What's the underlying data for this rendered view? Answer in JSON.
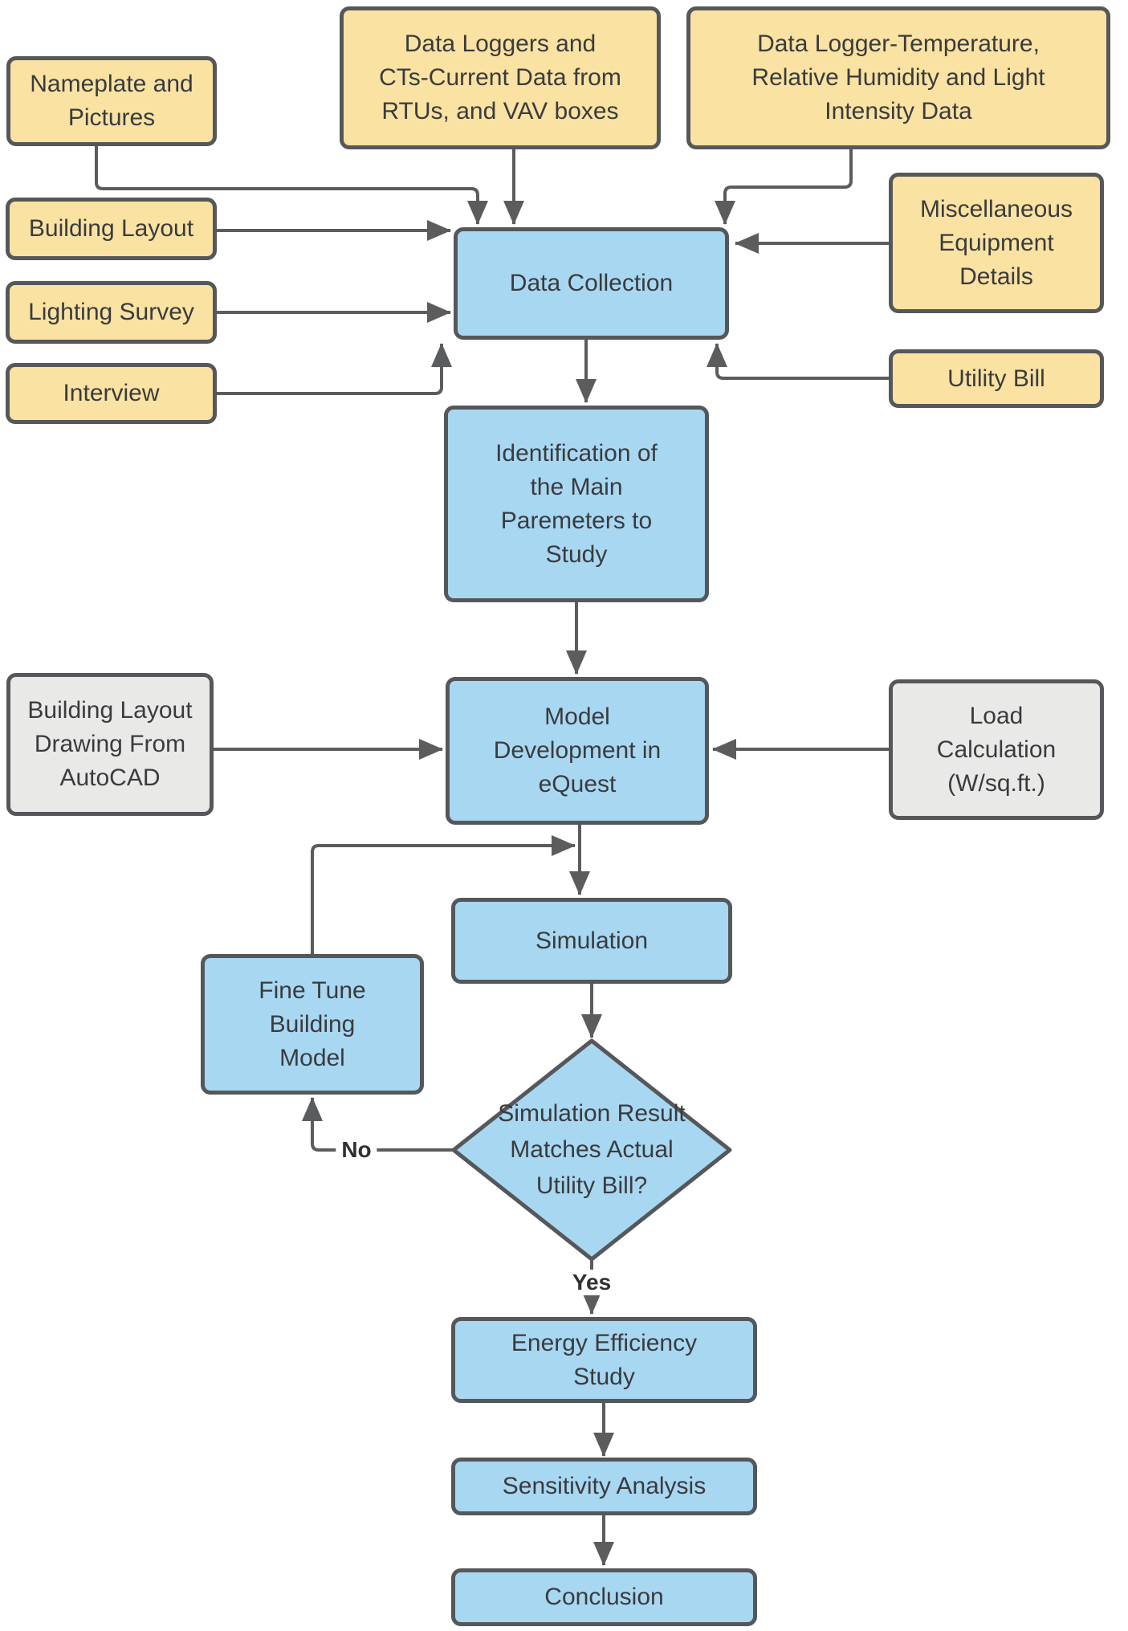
{
  "colors": {
    "input_box_fill": "#F9E2A2",
    "process_box_fill": "#A8D7F2",
    "resource_box_fill": "#E9E9E8",
    "box_border": "#55575A",
    "connector": "#5B5C5E",
    "text": "#3A3B3D"
  },
  "nodes": {
    "nameplate": {
      "type": "input",
      "lines": [
        "Nameplate and",
        "Pictures"
      ]
    },
    "data_loggers": {
      "type": "input",
      "lines": [
        "Data Loggers and",
        "CTs-Current Data from",
        "RTUs, and VAV boxes"
      ]
    },
    "temp_logger": {
      "type": "input",
      "lines": [
        "Data Logger-Temperature,",
        "Relative Humidity and Light",
        "Intensity Data"
      ]
    },
    "building_layout": {
      "type": "input",
      "lines": [
        "Building Layout"
      ]
    },
    "lighting_survey": {
      "type": "input",
      "lines": [
        "Lighting Survey"
      ]
    },
    "interview": {
      "type": "input",
      "lines": [
        "Interview"
      ]
    },
    "misc_equipment": {
      "type": "input",
      "lines": [
        "Miscellaneous",
        "Equipment",
        "Details"
      ]
    },
    "utility_bill": {
      "type": "input",
      "lines": [
        "Utility Bill"
      ]
    },
    "data_collection": {
      "type": "process",
      "lines": [
        "Data Collection"
      ]
    },
    "identification": {
      "type": "process",
      "lines": [
        "Identification of",
        "the Main",
        "Paremeters to",
        "Study"
      ]
    },
    "autocad_drawing": {
      "type": "resource",
      "lines": [
        "Building Layout",
        "Drawing From",
        "AutoCAD"
      ]
    },
    "model_development": {
      "type": "process",
      "lines": [
        "Model",
        "Development in",
        "eQuest"
      ]
    },
    "load_calculation": {
      "type": "resource",
      "lines": [
        "Load",
        "Calculation",
        "(W/sq.ft.)"
      ]
    },
    "simulation": {
      "type": "process",
      "lines": [
        "Simulation"
      ]
    },
    "fine_tune": {
      "type": "process",
      "lines": [
        "Fine Tune",
        "Building",
        "Model"
      ]
    },
    "decision": {
      "type": "decision",
      "lines": [
        "Simulation Result",
        "Matches Actual",
        "Utility Bill?"
      ]
    },
    "energy_efficiency": {
      "type": "process",
      "lines": [
        "Energy Efficiency",
        "Study"
      ]
    },
    "sensitivity": {
      "type": "process",
      "lines": [
        "Sensitivity Analysis"
      ]
    },
    "conclusion": {
      "type": "process",
      "lines": [
        "Conclusion"
      ]
    }
  },
  "labels": {
    "yes": "Yes",
    "no": "No"
  }
}
